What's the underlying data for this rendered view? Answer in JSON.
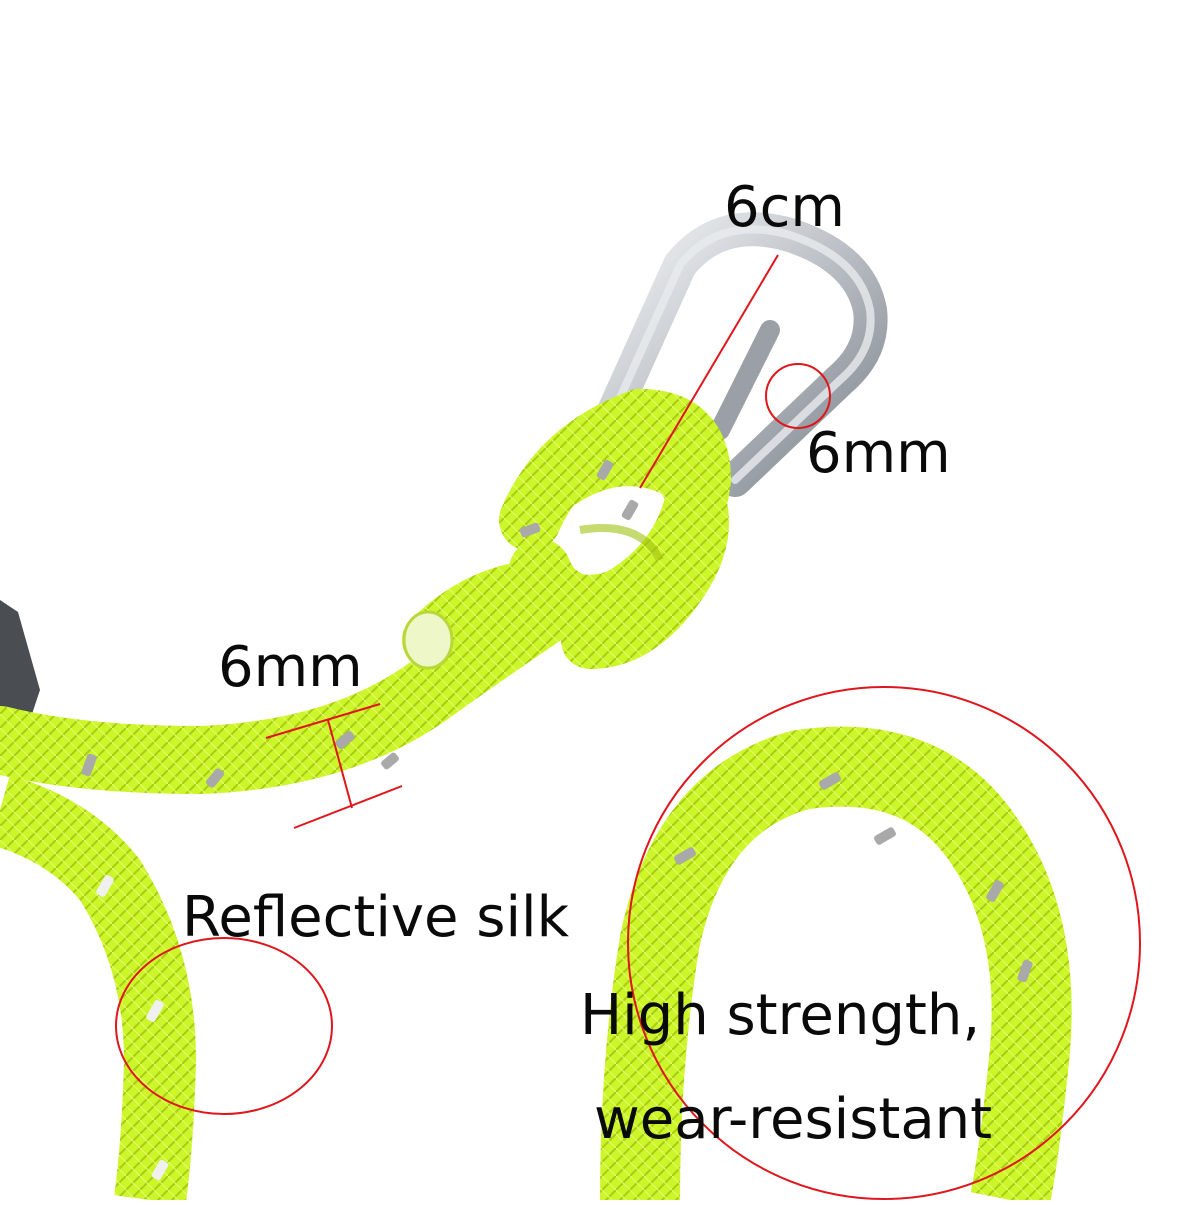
{
  "labels": {
    "carabiner_length": "6cm",
    "carabiner_thickness": "6mm",
    "rope_diameter": "6mm",
    "reflective": "Reflective silk",
    "strength_line1": "High strength,",
    "strength_line2": "wear-resistant"
  },
  "colors": {
    "rope": "#ccf52a",
    "rope_shadow": "#9fc210",
    "reflective_strip": "#a9a9a9",
    "carabiner": "#c8ccd0",
    "annotation": "#e0161d",
    "text": "#0a0a0a",
    "background": "#ffffff"
  }
}
